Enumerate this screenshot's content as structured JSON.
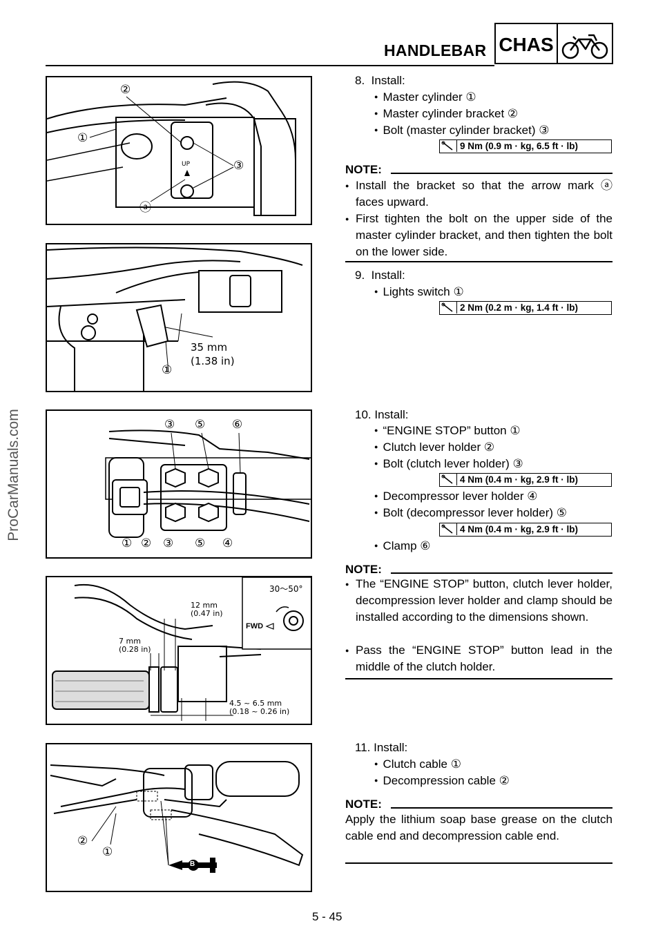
{
  "header": {
    "section_title": "HANDLEBAR",
    "chapter": "CHAS",
    "icon": "motorcycle-icon"
  },
  "watermark": "ProCarManuals.com",
  "steps": [
    {
      "number": "8.",
      "action": "Install:",
      "items": [
        "Master cylinder ①",
        "Master cylinder bracket ②",
        "Bolt (master cylinder bracket) ③"
      ],
      "torque": "9 Nm (0.9 m · kg, 6.5 ft · lb)",
      "note_title": "NOTE:",
      "notes": [
        "Install the bracket so that the arrow mark ⓐ faces upward.",
        "First tighten the bolt on the upper side of the master cylinder bracket, and then tighten the bolt on the lower side."
      ]
    },
    {
      "number": "9.",
      "action": "Install:",
      "items": [
        "Lights switch ①"
      ],
      "torque": "2 Nm (0.2 m · kg, 1.4 ft · lb)"
    },
    {
      "number": "10.",
      "action": "Install:",
      "items": [
        "“ENGINE STOP” button ①",
        "Clutch lever holder ②",
        "Bolt (clutch lever holder) ③",
        "Decompressor lever holder ④",
        "Bolt (decompressor lever holder) ⑤",
        "Clamp ⑥"
      ],
      "torques": [
        "4 Nm (0.4 m · kg, 2.9 ft · lb)",
        "4 Nm (0.4 m · kg, 2.9 ft · lb)"
      ],
      "note_title": "NOTE:",
      "notes": [
        "The “ENGINE STOP” button, clutch lever holder, decompression lever holder and clamp should be installed according to the dimensions shown.",
        "Pass the “ENGINE STOP” button lead in the middle of the clutch holder."
      ]
    },
    {
      "number": "11.",
      "action": "Install:",
      "items": [
        "Clutch cable ①",
        "Decompression cable ②"
      ],
      "note_title": "NOTE:",
      "note_text": "Apply the lithium soap base grease on the clutch cable end and decompression cable end."
    }
  ],
  "figures": {
    "fig1": {
      "labels": [
        "②",
        "①",
        "③",
        "ⓐ"
      ],
      "up_mark": "UP"
    },
    "fig2": {
      "dim_mm": "35 mm",
      "dim_in": "(1.38 in)",
      "labels": [
        "①"
      ]
    },
    "fig3": {
      "labels_top": [
        "③",
        "⑤",
        "⑥"
      ],
      "labels_bottom": [
        "①",
        "②",
        "③",
        "⑤",
        "④"
      ]
    },
    "fig4": {
      "dim1_mm": "12 mm",
      "dim1_in": "(0.47 in)",
      "dim2_mm": "7 mm",
      "dim2_in": "(0.28 in)",
      "dim3_mm": "4.5 ~ 6.5 mm",
      "dim3_in": "(0.18 ~ 0.26 in)",
      "angle": "30～50°",
      "fwd": "FWD"
    },
    "fig5": {
      "labels": [
        "②",
        "①"
      ],
      "grease_symbol": "B"
    }
  },
  "page_number": "5 - 45"
}
